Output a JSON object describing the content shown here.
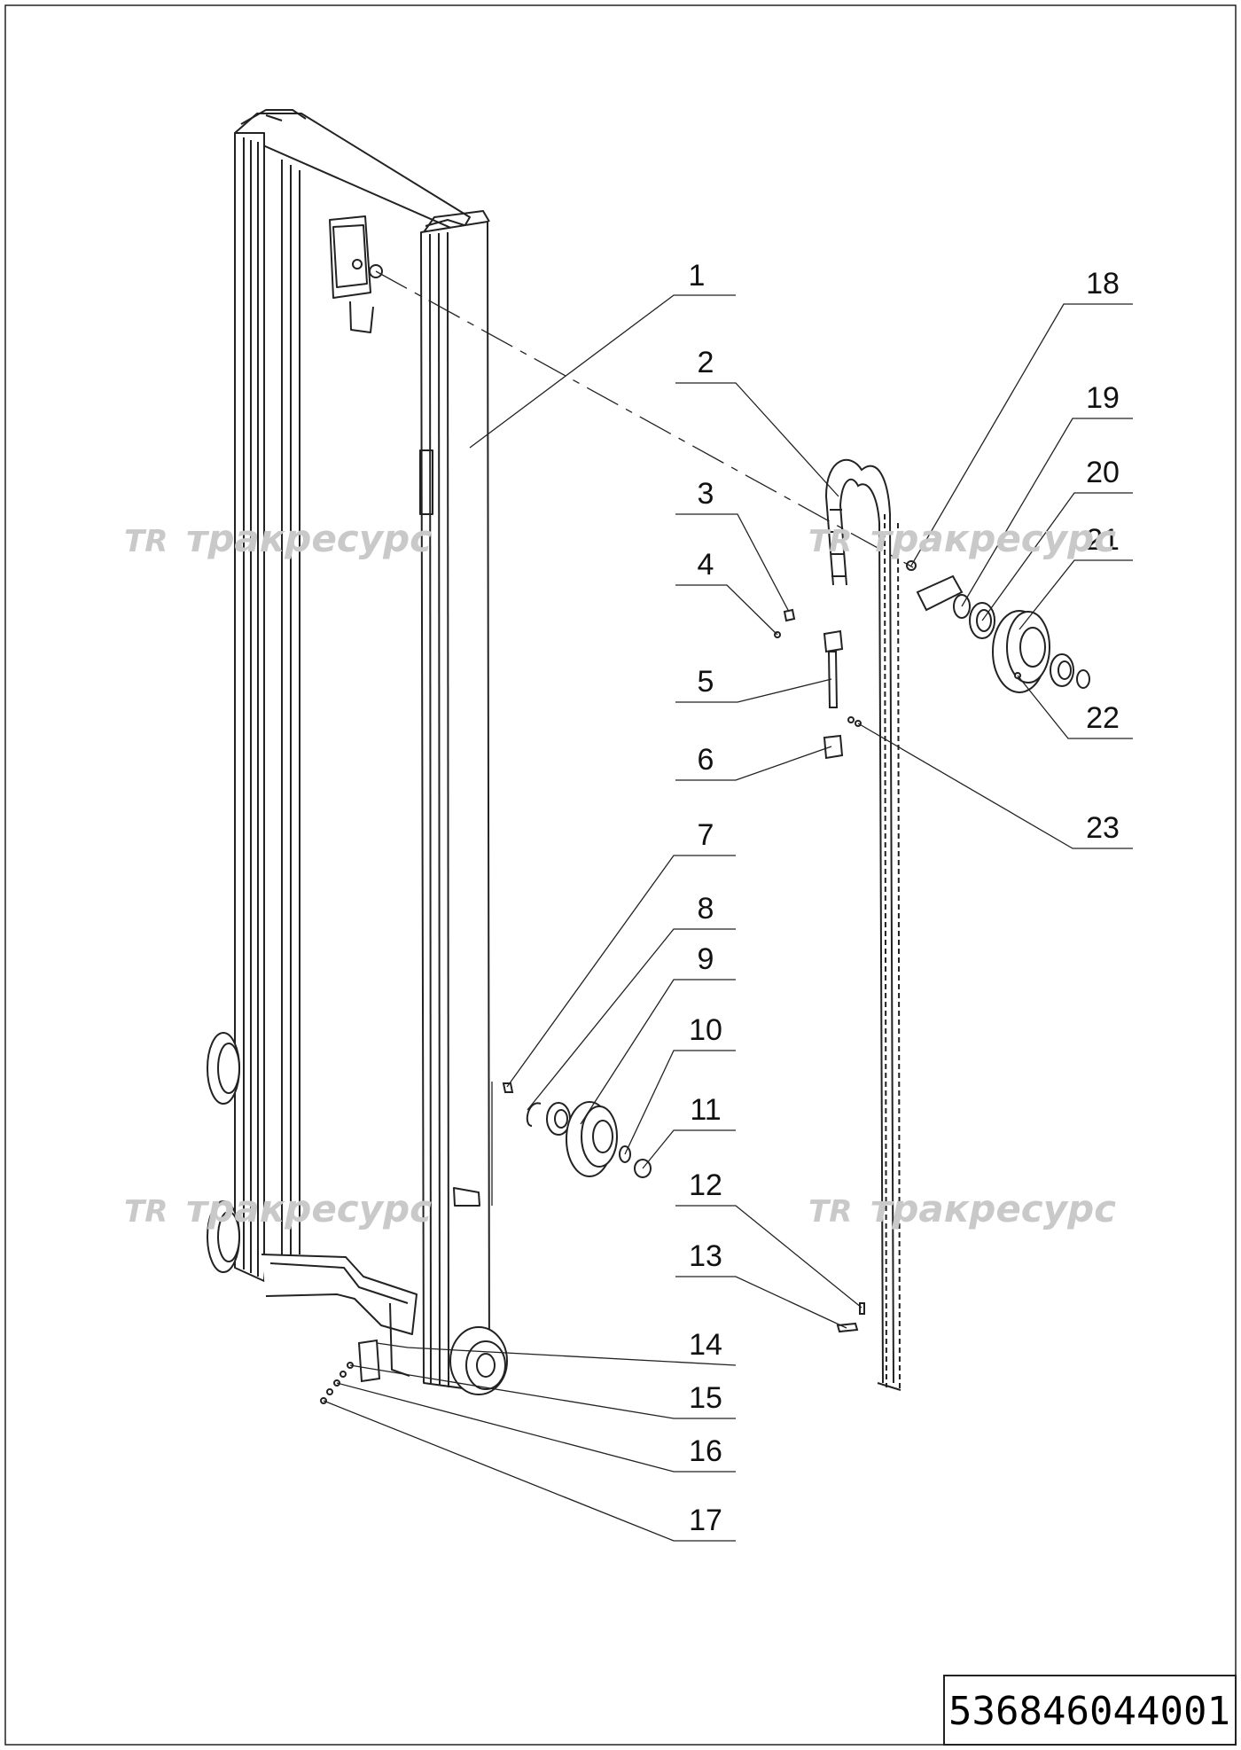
{
  "drawing": {
    "document_number": "536846044001",
    "watermark_text": "тракресурс",
    "watermark_logo": "TR",
    "callouts": [
      {
        "number": "1"
      },
      {
        "number": "2"
      },
      {
        "number": "3"
      },
      {
        "number": "4"
      },
      {
        "number": "5"
      },
      {
        "number": "6"
      },
      {
        "number": "7"
      },
      {
        "number": "8"
      },
      {
        "number": "9"
      },
      {
        "number": "10"
      },
      {
        "number": "11"
      },
      {
        "number": "12"
      },
      {
        "number": "13"
      },
      {
        "number": "14"
      },
      {
        "number": "15"
      },
      {
        "number": "16"
      },
      {
        "number": "17"
      },
      {
        "number": "18"
      },
      {
        "number": "19"
      },
      {
        "number": "20"
      },
      {
        "number": "21"
      },
      {
        "number": "22"
      },
      {
        "number": "23"
      }
    ]
  }
}
